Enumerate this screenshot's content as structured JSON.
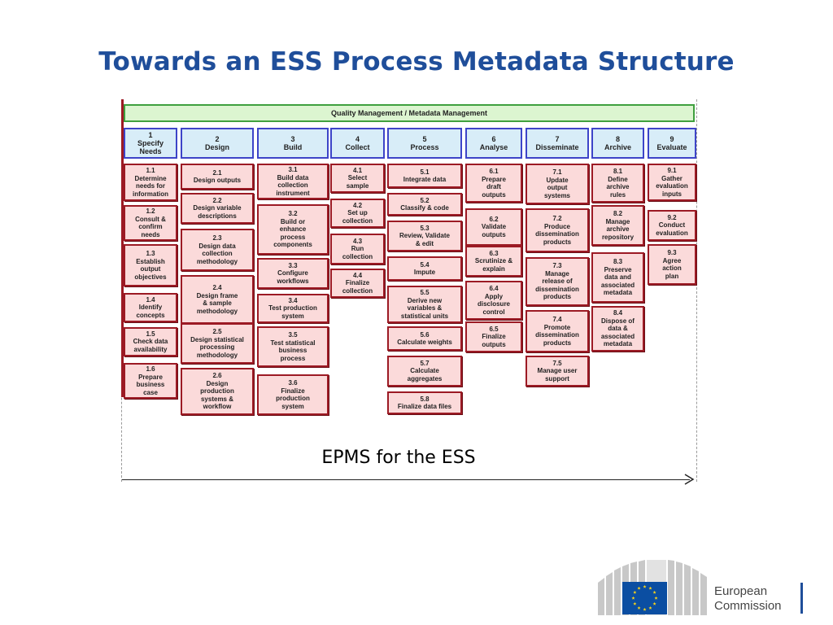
{
  "slide": {
    "title": "Towards an ESS Process Metadata Structure",
    "caption": "EPMS for the ESS"
  },
  "diagram": {
    "banner": "Quality Management / Metadata Management",
    "phases": [
      {
        "num": "1",
        "label": "Specify\nNeeds",
        "subs": [
          {
            "num": "1.1",
            "label": "Determine\nneeds for\ninformation"
          },
          {
            "num": "1.2",
            "label": "Consult &\nconfirm\nneeds"
          },
          {
            "num": "1.3",
            "label": "Establish\noutput\nobjectives"
          },
          {
            "num": "1.4",
            "label": "Identify\nconcepts"
          },
          {
            "num": "1.5",
            "label": "Check data\navailability"
          },
          {
            "num": "1.6",
            "label": "Prepare\nbusiness\ncase"
          }
        ]
      },
      {
        "num": "2",
        "label": "Design",
        "subs": [
          {
            "num": "2.1",
            "label": "Design outputs"
          },
          {
            "num": "2.2",
            "label": "Design variable\ndescriptions"
          },
          {
            "num": "2.3",
            "label": "Design data\ncollection\nmethodology"
          },
          {
            "num": "2.4",
            "label": "Design frame\n& sample\nmethodology"
          },
          {
            "num": "2.5",
            "label": "Design statistical\nprocessing\nmethodology"
          },
          {
            "num": "2.6",
            "label": "Design\nproduction\nsystems &\nworkflow"
          }
        ]
      },
      {
        "num": "3",
        "label": "Build",
        "subs": [
          {
            "num": "3.1",
            "label": "Build data\ncollection\ninstrument"
          },
          {
            "num": "3.2",
            "label": "Build or\nenhance\nprocess\ncomponents"
          },
          {
            "num": "3.3",
            "label": "Configure\nworkflows"
          },
          {
            "num": "3.4",
            "label": "Test production\nsystem"
          },
          {
            "num": "3.5",
            "label": "Test statistical\nbusiness\nprocess"
          },
          {
            "num": "3.6",
            "label": "Finalize\nproduction\nsystem"
          }
        ]
      },
      {
        "num": "4",
        "label": "Collect",
        "subs": [
          {
            "num": "4.1",
            "label": "Select\nsample"
          },
          {
            "num": "4.2",
            "label": "Set up\ncollection"
          },
          {
            "num": "4.3",
            "label": "Run\ncollection"
          },
          {
            "num": "4.4",
            "label": "Finalize\ncollection"
          }
        ]
      },
      {
        "num": "5",
        "label": "Process",
        "subs": [
          {
            "num": "5.1",
            "label": "Integrate data"
          },
          {
            "num": "5.2",
            "label": "Classify & code"
          },
          {
            "num": "5.3",
            "label": "Review, Validate\n& edit"
          },
          {
            "num": "5.4",
            "label": "Impute"
          },
          {
            "num": "5.5",
            "label": "Derive new\nvariables &\nstatistical units"
          },
          {
            "num": "5.6",
            "label": "Calculate weights"
          },
          {
            "num": "5.7",
            "label": "Calculate\naggregates"
          },
          {
            "num": "5.8",
            "label": "Finalize data files"
          }
        ]
      },
      {
        "num": "6",
        "label": "Analyse",
        "subs": [
          {
            "num": "6.1",
            "label": "Prepare\ndraft\noutputs"
          },
          {
            "num": "6.2",
            "label": "Validate\noutputs"
          },
          {
            "num": "6.3",
            "label": "Scrutinize &\nexplain"
          },
          {
            "num": "6.4",
            "label": "Apply\ndisclosure\ncontrol"
          },
          {
            "num": "6.5",
            "label": "Finalize\noutputs"
          }
        ]
      },
      {
        "num": "7",
        "label": "Disseminate",
        "subs": [
          {
            "num": "7.1",
            "label": "Update\noutput\nsystems"
          },
          {
            "num": "7.2",
            "label": "Produce\ndissemination\nproducts"
          },
          {
            "num": "7.3",
            "label": "Manage\nrelease of\ndissemination\nproducts"
          },
          {
            "num": "7.4",
            "label": "Promote\ndissemination\nproducts"
          },
          {
            "num": "7.5",
            "label": "Manage user\nsupport"
          }
        ]
      },
      {
        "num": "8",
        "label": "Archive",
        "subs": [
          {
            "num": "8.1",
            "label": "Define\narchive\nrules"
          },
          {
            "num": "8.2",
            "label": "Manage\narchive\nrepository"
          },
          {
            "num": "8.3",
            "label": "Preserve\ndata and\nassociated\nmetadata"
          },
          {
            "num": "8.4",
            "label": "Dispose of\ndata &\nassociated\nmetadata"
          }
        ]
      },
      {
        "num": "9",
        "label": "Evaluate",
        "subs": [
          {
            "num": "9.1",
            "label": "Gather\nevaluation\ninputs"
          },
          {
            "num": "9.2",
            "label": "Conduct\nevaluation"
          },
          {
            "num": "9.3",
            "label": "Agree\naction\nplan"
          }
        ]
      }
    ]
  },
  "branding": {
    "name_line1": "European",
    "name_line2": "Commission",
    "flag_color": "#0b4ea2",
    "star_color": "#ffd617"
  },
  "colors": {
    "title": "#1f4e9a",
    "phase_border": "#3d44c8",
    "phase_fill": "#d8edf8",
    "sub_border": "#9c1a24",
    "sub_fill": "#fbdada",
    "banner_border": "#3fa03f",
    "banner_fill": "#dcf5d0"
  }
}
